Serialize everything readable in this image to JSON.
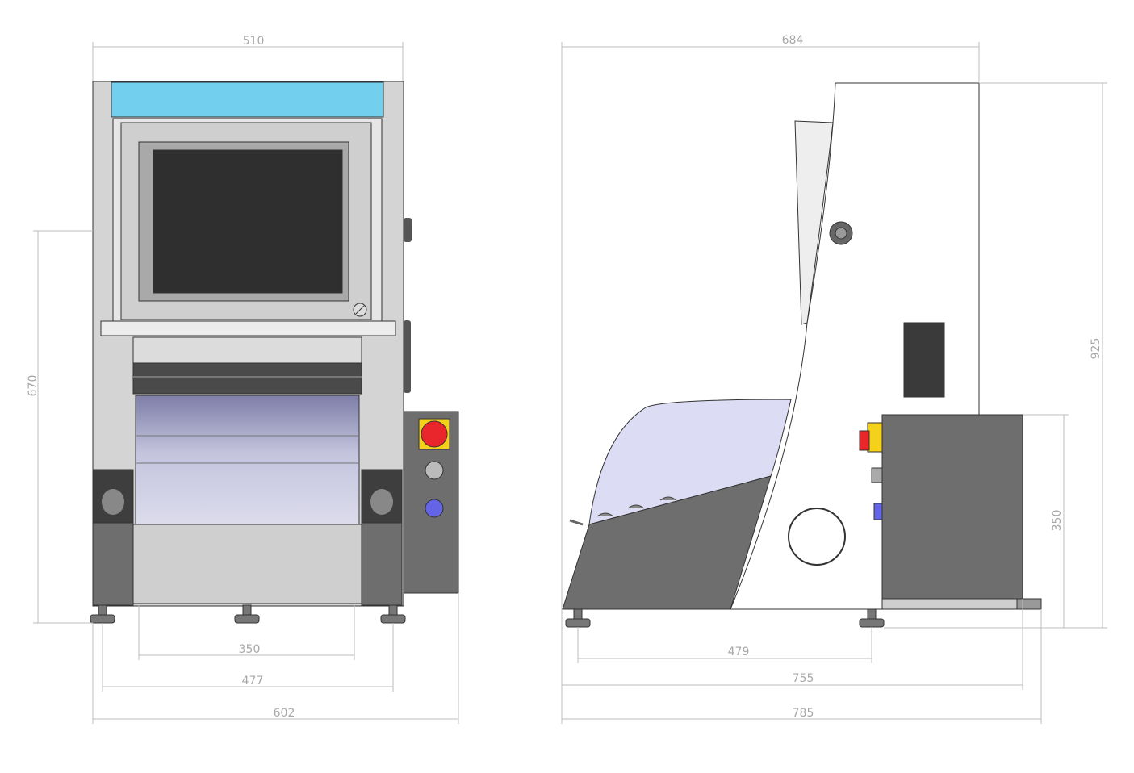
{
  "drawing": {
    "front_view": {
      "dimensions": {
        "overall_width_top": "510",
        "height_to_panel": "670",
        "inner_feet_spacing": "350",
        "outer_feet_spacing": "477",
        "overall_width": "602"
      }
    },
    "side_view": {
      "dimensions": {
        "top_depth": "684",
        "overall_height": "925",
        "control_box_height": "350",
        "feet_spacing": "479",
        "base_depth": "755",
        "overall_depth": "785"
      }
    }
  },
  "colors": {
    "cyan_band": "#72d0ee",
    "body": "#d2d2d2",
    "dark_gray": "#6e6e6e",
    "screen": "#2f2f2f",
    "red_switch": "#e8262b",
    "yellow": "#f4d21c",
    "blue_button": "#6464e6",
    "cover": "#dcdcf4"
  }
}
